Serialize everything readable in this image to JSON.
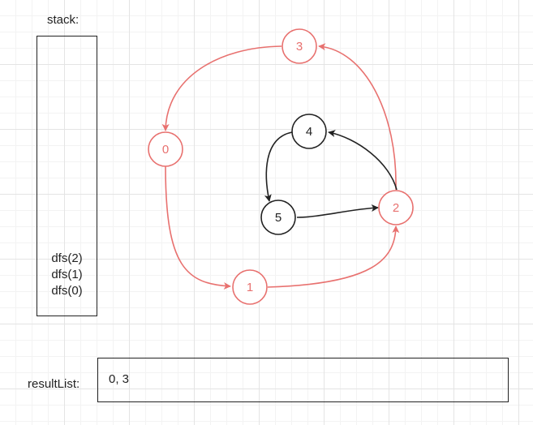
{
  "stack": {
    "label": "stack:",
    "items": [
      "dfs(2)",
      "dfs(1)",
      "dfs(0)"
    ]
  },
  "result": {
    "label": "resultList:",
    "value": "0, 3"
  },
  "colors": {
    "visited": "#e8716f",
    "unvisited": "#222222"
  },
  "graph": {
    "nodes": [
      {
        "id": "0",
        "label": "0",
        "visited": true
      },
      {
        "id": "1",
        "label": "1",
        "visited": true
      },
      {
        "id": "2",
        "label": "2",
        "visited": true
      },
      {
        "id": "3",
        "label": "3",
        "visited": true
      },
      {
        "id": "4",
        "label": "4",
        "visited": false
      },
      {
        "id": "5",
        "label": "5",
        "visited": false
      }
    ],
    "edges": [
      {
        "from": "0",
        "to": "1",
        "visited": true
      },
      {
        "from": "1",
        "to": "2",
        "visited": true
      },
      {
        "from": "2",
        "to": "3",
        "visited": true
      },
      {
        "from": "3",
        "to": "0",
        "visited": true
      },
      {
        "from": "2",
        "to": "4",
        "visited": false
      },
      {
        "from": "4",
        "to": "5",
        "visited": false
      },
      {
        "from": "5",
        "to": "2",
        "visited": false
      }
    ]
  }
}
